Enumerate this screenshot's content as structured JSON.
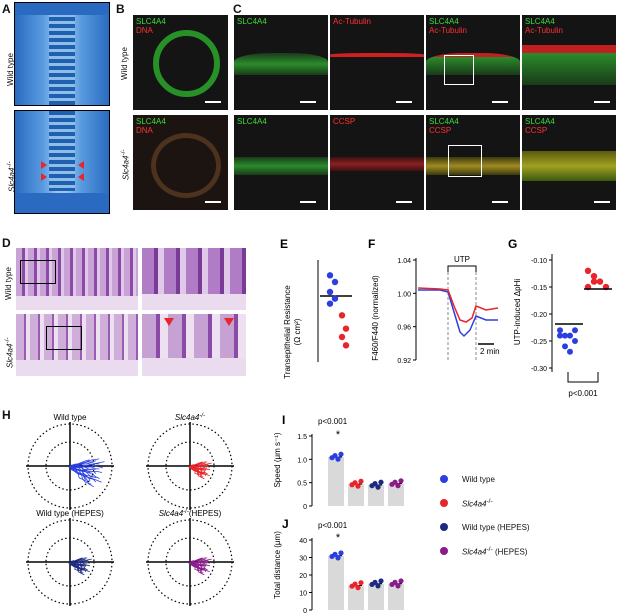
{
  "panels": {
    "A": {
      "label": "A",
      "rows": [
        "Wild type",
        "Slc4a4"
      ],
      "ko_superscript": "-/-"
    },
    "B": {
      "label": "B",
      "row1": {
        "green": "SLC4A4",
        "red": "DNA"
      },
      "row2": {
        "green": "SLC4A4",
        "red": "DNA"
      },
      "rows": [
        "Wild type",
        "Slc4a4"
      ],
      "ko_superscript": "-/-"
    },
    "C": {
      "label": "C",
      "row1": [
        {
          "green": "SLC4A4",
          "red": ""
        },
        {
          "green": "",
          "red": "Ac-Tubulin"
        },
        {
          "green": "SLC4A4",
          "red": "Ac-Tubulin"
        },
        {
          "green": "SLC4A4",
          "red": "Ac-Tubulin"
        }
      ],
      "row2": [
        {
          "green": "SLC4A4",
          "red": ""
        },
        {
          "green": "",
          "red": "CCSP"
        },
        {
          "green": "SLC4A4",
          "red": "CCSP"
        },
        {
          "green": "SLC4A4",
          "red": "CCSP"
        }
      ]
    },
    "D": {
      "label": "D",
      "rows": [
        "Wild type",
        "Slc4a4"
      ],
      "ko_superscript": "-/-"
    },
    "E": {
      "label": "E",
      "ylabel": "Transepithelial Resistance",
      "yunit": "(Ω cm²)"
    },
    "F": {
      "label": "F",
      "ylabel": "F460/F440 (normalized)",
      "yticks": [
        "1.04",
        "1.00",
        "0.96",
        "0.92"
      ],
      "stim": "UTP",
      "timebar": "2 min"
    },
    "G": {
      "label": "G",
      "ylabel": "UTP-induced ΔpHi",
      "yticks": [
        "-0.10",
        "-0.15",
        "-0.20",
        "-0.25",
        "-0.30"
      ],
      "pvalue": "p<0.001"
    },
    "H": {
      "label": "H",
      "plots": [
        "Wild type",
        "Slc4a4",
        "Wild type (HEPES)",
        "Slc4a4"
      ],
      "suffix4": "(HEPES)",
      "ko_superscript": "-/-"
    },
    "I": {
      "label": "I",
      "ylabel": "Speed (μm s⁻¹)",
      "yticks": [
        "1.5",
        "1.0",
        "0.5",
        "0"
      ],
      "pvalue": "p<0.001",
      "star": "*"
    },
    "J": {
      "label": "J",
      "ylabel": "Total distance (μm)",
      "yticks": [
        "40",
        "30",
        "20",
        "10",
        "0"
      ],
      "pvalue": "p<0.001",
      "star": "*"
    }
  },
  "legend": [
    {
      "name": "Wild type",
      "color": "#2b3fe0"
    },
    {
      "name": "Slc4a4",
      "sup": "-/-",
      "color": "#e8252a"
    },
    {
      "name": "Wild type (HEPES)",
      "color": "#1e2a80"
    },
    {
      "name": "Slc4a4",
      "sup": "-/-",
      "suffix": " (HEPES)",
      "color": "#8b1a8b"
    }
  ],
  "colors": {
    "wt": "#2b3fe0",
    "ko": "#e8252a",
    "wt_hepes": "#1e2a80",
    "ko_hepes": "#8b1a8b",
    "bar": "#d9d9d9"
  },
  "chart_data": [
    {
      "type": "scatter",
      "panel": "E",
      "ylabel": "Transepithelial Resistance (Ω cm²)",
      "series": [
        {
          "name": "Wild type",
          "values": [
            72,
            68,
            62,
            58,
            55
          ]
        },
        {
          "name": "Slc4a4-/-",
          "values": [
            48,
            40,
            35,
            30
          ]
        }
      ]
    },
    {
      "type": "line",
      "panel": "F",
      "ylabel": "F460/F440 (normalized)",
      "ylim": [
        0.92,
        1.04
      ],
      "series": [
        {
          "name": "Wild type",
          "min": 0.945
        },
        {
          "name": "Slc4a4-/-",
          "min": 0.965
        }
      ]
    },
    {
      "type": "scatter",
      "panel": "G",
      "ylabel": "UTP-induced ΔpHi",
      "ylim": [
        -0.3,
        -0.1
      ],
      "series": [
        {
          "name": "Wild type",
          "values": [
            -0.23,
            -0.24,
            -0.24,
            -0.25,
            -0.24,
            -0.26,
            -0.27,
            -0.23
          ]
        },
        {
          "name": "Slc4a4-/-",
          "values": [
            -0.12,
            -0.13,
            -0.14,
            -0.15,
            -0.15,
            -0.14
          ]
        }
      ]
    },
    {
      "type": "bar",
      "panel": "I",
      "ylabel": "Speed (μm s⁻¹)",
      "ylim": [
        0,
        1.5
      ],
      "categories": [
        "Wild type",
        "Slc4a4-/-",
        "Wild type (HEPES)",
        "Slc4a4-/- (HEPES)"
      ],
      "values": [
        1.05,
        0.47,
        0.45,
        0.48
      ]
    },
    {
      "type": "bar",
      "panel": "J",
      "ylabel": "Total distance (μm)",
      "ylim": [
        0,
        40
      ],
      "categories": [
        "Wild type",
        "Slc4a4-/-",
        "Wild type (HEPES)",
        "Slc4a4-/- (HEPES)"
      ],
      "values": [
        31,
        14,
        15,
        15
      ]
    }
  ]
}
